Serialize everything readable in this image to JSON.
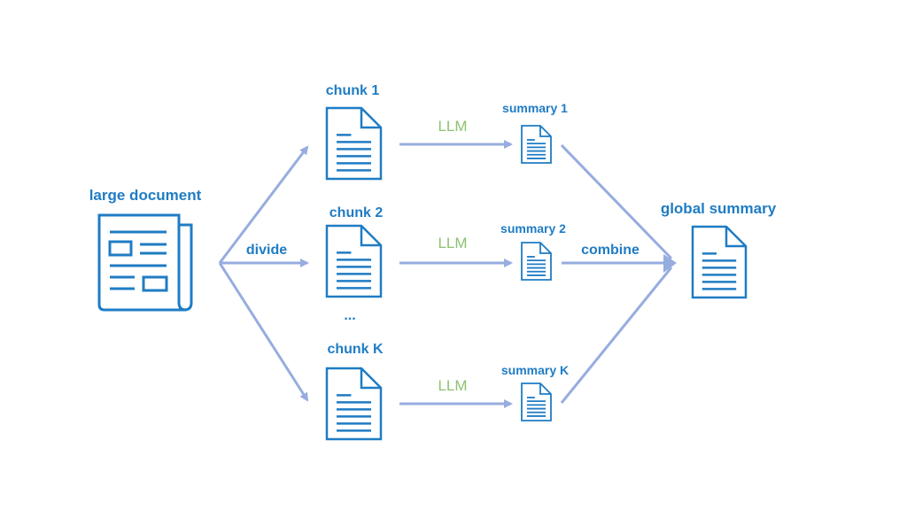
{
  "diagram": {
    "colors": {
      "icon": "#1f7cc4",
      "label": "#1f7cc4",
      "arrow": "#97acdf",
      "llm": "#8dc26f"
    },
    "source": {
      "label": "large document",
      "icon": "newspaper-icon"
    },
    "divide_label": "divide",
    "chunks": [
      {
        "label": "chunk 1",
        "icon": "document-icon"
      },
      {
        "label": "chunk 2",
        "icon": "document-icon"
      },
      {
        "label": "chunk K",
        "icon": "document-icon"
      }
    ],
    "ellipsis": "...",
    "llm_label": "LLM",
    "summaries": [
      {
        "label": "summary 1",
        "icon": "document-icon"
      },
      {
        "label": "summary 2",
        "icon": "document-icon"
      },
      {
        "label": "summary K",
        "icon": "document-icon"
      }
    ],
    "combine_label": "combine",
    "target": {
      "label": "global summary",
      "icon": "document-icon"
    }
  }
}
